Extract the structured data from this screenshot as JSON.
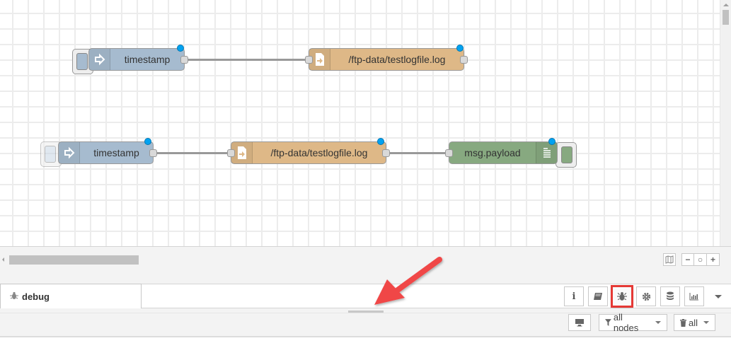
{
  "canvas": {
    "flows": [
      {
        "nodes": [
          {
            "type": "inject",
            "label": "timestamp",
            "icon": "arrow-in-icon"
          },
          {
            "type": "file-in",
            "label": "/ftp-data/testlogfile.log",
            "icon": "file-in-icon"
          }
        ]
      },
      {
        "nodes": [
          {
            "type": "inject",
            "label": "timestamp",
            "icon": "arrow-in-icon"
          },
          {
            "type": "file-in",
            "label": "/ftp-data/testlogfile.log",
            "icon": "file-in-icon"
          },
          {
            "type": "debug",
            "label": "msg.payload",
            "icon": "list-icon"
          }
        ]
      }
    ],
    "colors": {
      "inject": "#a6bbcf",
      "file": "#deb887",
      "debug": "#87a980",
      "status_dot": "#00a2f1",
      "grid": "#ececec"
    }
  },
  "navigator": {
    "map_icon": "map-icon",
    "zoom_out": "−",
    "zoom_reset": "○",
    "zoom_in": "+"
  },
  "sidebar": {
    "active_tab": {
      "label": "debug",
      "icon": "bug-icon"
    },
    "tab_buttons": [
      {
        "name": "info",
        "icon": "info-icon",
        "glyph": "i"
      },
      {
        "name": "help",
        "icon": "book-icon",
        "glyph": "▰"
      },
      {
        "name": "debug",
        "icon": "bug-icon",
        "glyph": "✱",
        "active": true
      },
      {
        "name": "config",
        "icon": "gear-icon",
        "glyph": "⚙"
      },
      {
        "name": "context",
        "icon": "database-icon",
        "glyph": "≡"
      },
      {
        "name": "dashboard",
        "icon": "bar-chart-icon",
        "glyph": "▮"
      }
    ],
    "debug_toolbar": {
      "window_icon": "desktop-icon",
      "filter_label": "all nodes",
      "clear_label": "all"
    }
  },
  "annotation": {
    "arrow_color": "#f04646",
    "highlight_color": "#e53935"
  }
}
